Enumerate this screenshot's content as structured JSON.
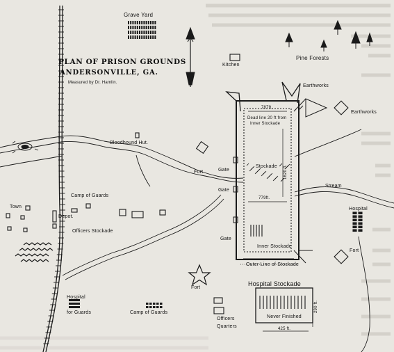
{
  "map": {
    "title": "PLAN OF PRISON GROUNDS",
    "subtitle": "ANDERSONVILLE, GA.",
    "caption": "Measured by Dr. Hamlin.",
    "labels": {
      "grave_yard": "Grave Yard",
      "kitchen": "Kitchen",
      "pine_forests": "Pine Forests",
      "earthworks_top": "Earthworks",
      "earthworks_right": "Earthworks",
      "bloodhound_hut": "Bloodhound Hut.",
      "fort_left": "Fort",
      "fort_right": "Fort",
      "fort_bottom": "Fort",
      "gate_upper": "Gate",
      "gate_middle": "Gate",
      "gate_lower": "Gate",
      "camp_of_guards_mid": "Camp of Guards",
      "camp_of_guards_bottom": "Camp of Guards",
      "town": "Town",
      "depot": "Depot.",
      "officers_stockade": "Officers Stockade",
      "officers_quarters_1": "Officers",
      "officers_quarters_2": "Quarters",
      "hospital_for_guards_1": "Hospital",
      "hospital_for_guards_2": "for Guards",
      "hospital_right": "Hospital",
      "stream": "Stream",
      "stockade": "Stockade",
      "dead_line_1": "Dead line 20 ft from",
      "dead_line_2": "Inner Stockade",
      "inner_stockade": "Inner Stockade",
      "outer_line": "Outer Line of Stockade",
      "hospital_stockade": "Hospital Stockade",
      "never_finished": "Never Finished",
      "dim_top": "787ft.",
      "dim_middle": "779ft.",
      "dim_side": "1620 ft.",
      "dim_hospital_side": "290 ft.",
      "dim_hospital_bottom": "425 ft."
    }
  },
  "colors": {
    "paper": "#e9e7e1",
    "ink": "#1a1a1a",
    "text_panel": "#dcd9d2"
  }
}
